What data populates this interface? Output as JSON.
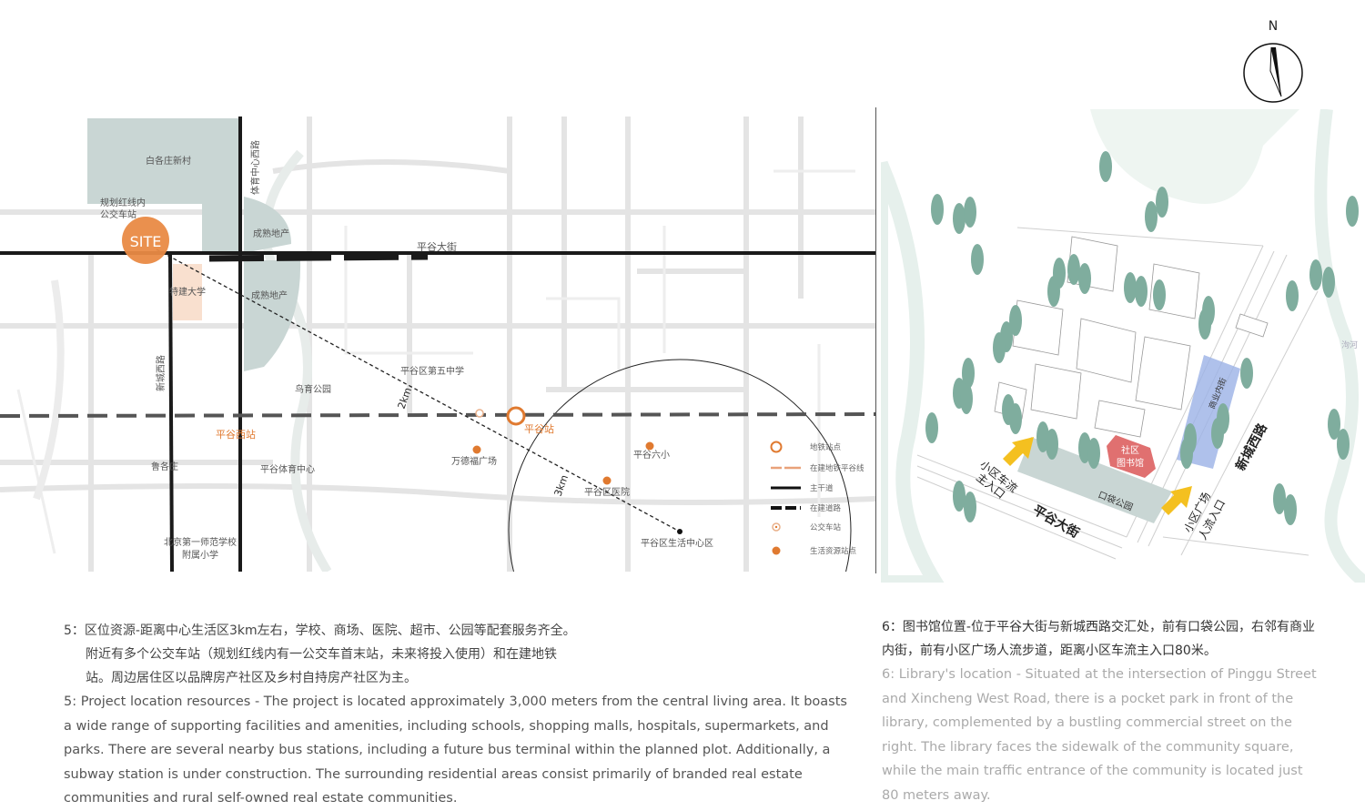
{
  "left_map": {
    "labels": {
      "baigezhuang": "白各庄新村",
      "bus_terminal_line1": "规划红线内",
      "bus_terminal_line2": "公交车站",
      "site": "SITE",
      "tiyu_road": "体育中心西路",
      "chengshu1": "成熟地产",
      "chengshu2": "成熟地产",
      "pinggu_street": "平谷大街",
      "tejian_univ": "特建大学",
      "xincheng_west_road": "新城西路",
      "school5": "平谷区第五中学",
      "niaoyu_park": "鸟育公园",
      "dist_2km": "2km",
      "pinggu_west_station": "平谷西站",
      "pinggu_station": "平谷站",
      "wanda_plaza": "万德福广场",
      "primary6": "平谷六小",
      "luge": "鲁各庄",
      "sports_center": "平谷体育中心",
      "hospital": "平谷区医院",
      "dist_3km": "3km",
      "bnu_line1": "北京第一师范学校",
      "bnu_line2": "附属小学",
      "living_center": "平谷区生活中心区"
    },
    "legend": [
      {
        "label": "地铁站点",
        "icon": "subway-station-icon"
      },
      {
        "label": "在建地铁平谷线",
        "icon": "subway-line-icon"
      },
      {
        "label": "主干道",
        "icon": "main-road-icon"
      },
      {
        "label": "在建道路",
        "icon": "road-under-construction-icon"
      },
      {
        "label": "公交车站",
        "icon": "bus-stop-icon"
      },
      {
        "label": "生活资源站点",
        "icon": "resource-point-icon"
      }
    ],
    "colors": {
      "accent": "#e07a30",
      "parcel": "#c9d6d4",
      "road": "#1a1a1a"
    }
  },
  "right_map": {
    "labels": {
      "library_line1": "社区",
      "library_line2": "图书馆",
      "commercial_street": "商业内街",
      "pocket_park": "口袋公园",
      "pinggu_street": "平谷大街",
      "xincheng_west_road": "新城西路",
      "car_entrance_line1": "小区车流",
      "car_entrance_line2": "主入口",
      "ped_entrance_line1": "小区广场",
      "ped_entrance_line2": "人流入口",
      "river": "泃河"
    },
    "colors": {
      "library": "#e07070",
      "commercial": "#8ea8e0",
      "arrow": "#f4c020"
    }
  },
  "north": {
    "label": "N"
  },
  "captions": {
    "left": {
      "cn_line1": "5：区位资源-距离中心生活区3km左右，学校、商场、医院、超市、公园等配套服务齐全。",
      "cn_line2": "附近有多个公交车站（规划红线内有一公交车首末站，未来将投入使用）和在建地铁",
      "cn_line3": "站。周边居住区以品牌房产社区及乡村自持房产社区为主。",
      "en": "5: Project location resources - The project is located approximately 3,000 meters from the central living area. It boasts a wide range of supporting facilities and amenities, including schools, shopping malls, hospitals, supermarkets, and parks. There are several nearby bus stations, including a future bus terminal within the planned plot. Additionally, a subway station is under construction. The surrounding residential areas consist primarily of branded real estate communities and rural self-owned real estate communities."
    },
    "right": {
      "cn": "6：图书馆位置-位于平谷大街与新城西路交汇处，前有口袋公园，右邻有商业内街，前有小区广场人流步道，距离小区车流主入口80米。",
      "en": "6: Library's location - Situated at the intersection of Pinggu Street and Xincheng West Road, there is a pocket park in front of the library, complemented by a bustling commercial street on the right. The library faces the sidewalk of the community square, while the main traffic entrance of the community is located just 80 meters away."
    }
  }
}
